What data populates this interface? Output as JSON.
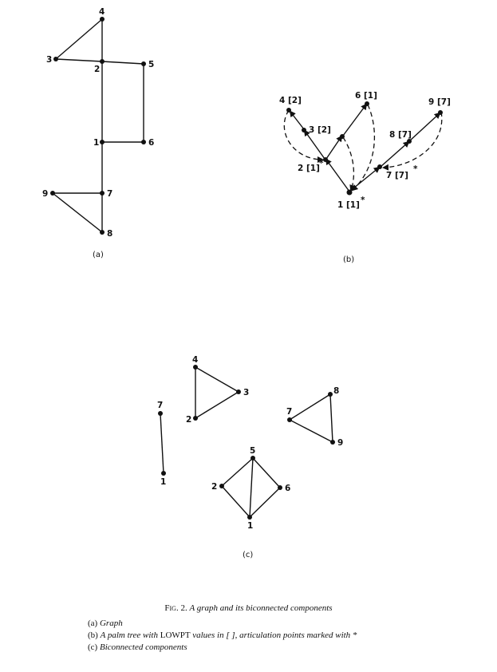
{
  "panels": {
    "a": {
      "label": "(a)",
      "vertices": [
        "1",
        "2",
        "3",
        "4",
        "5",
        "6",
        "7",
        "8",
        "9"
      ],
      "edges": [
        [
          "4",
          "3"
        ],
        [
          "4",
          "2"
        ],
        [
          "3",
          "2"
        ],
        [
          "2",
          "5"
        ],
        [
          "5",
          "6"
        ],
        [
          "6",
          "1"
        ],
        [
          "1",
          "2"
        ],
        [
          "1",
          "7"
        ],
        [
          "7",
          "9"
        ],
        [
          "7",
          "8"
        ],
        [
          "9",
          "8"
        ]
      ]
    },
    "b": {
      "label": "(b)",
      "vertex_labels": {
        "v1": "1 [1]",
        "v2": "2 [1]",
        "v3": "3 [2]",
        "v4": "4 [2]",
        "v6": "6 [1]",
        "v7": "7 [7]",
        "v8": "8 [7]",
        "v9": "9 [7]"
      },
      "articulation_marker": "*"
    },
    "c": {
      "label": "(c)",
      "components": [
        {
          "vertices": [
            "4",
            "3",
            "2"
          ]
        },
        {
          "vertices": [
            "7",
            "1"
          ]
        },
        {
          "vertices": [
            "8",
            "7",
            "9"
          ]
        },
        {
          "vertices": [
            "5",
            "2",
            "6",
            "1"
          ]
        }
      ]
    }
  },
  "caption": {
    "fig_label": "Fig. 2.",
    "title": "A graph and its biconnected components",
    "items": [
      {
        "tag": "(a)",
        "text": "Graph"
      },
      {
        "tag": "(b)",
        "text": "A palm tree with",
        "caps": "LOWPT",
        "text2": "values in [ ], articulation points marked with *"
      },
      {
        "tag": "(c)",
        "text": "Biconnected components"
      }
    ]
  }
}
